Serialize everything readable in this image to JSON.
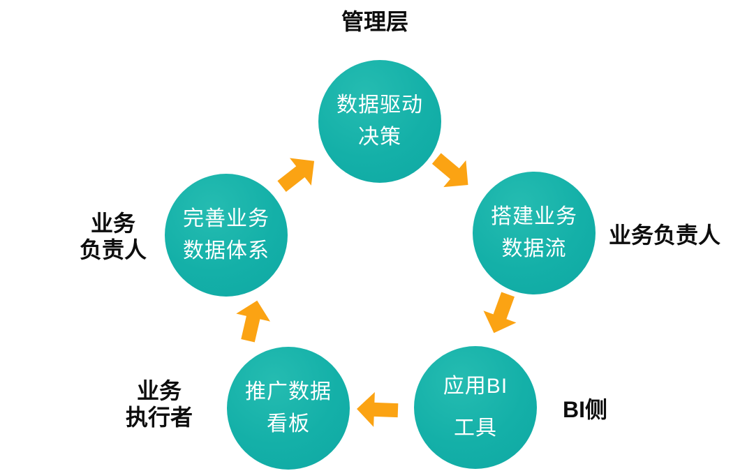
{
  "diagram": {
    "type": "cycle-flow",
    "description": "Five-step data-driven business cycle diagram with teal circle nodes, orange block arrows flowing clockwise, and black role labels outside each node.",
    "direction": "clockwise"
  },
  "nodes": [
    {
      "id": "data-driven-decision",
      "line1": "数据驱动",
      "line2": "决策",
      "role_label": "管理层"
    },
    {
      "id": "build-business-dataflow",
      "line1": "搭建业务",
      "line2": "数据流",
      "role_label": "业务负责人"
    },
    {
      "id": "apply-bi-tools",
      "line1": "应用BI",
      "line2": "工具",
      "role_label": "BI侧"
    },
    {
      "id": "promote-data-dashboard",
      "line1": "推广数据",
      "line2": "看板",
      "role_label": "业务 执行者"
    },
    {
      "id": "improve-data-system",
      "line1": "完善业务",
      "line2": "数据体系",
      "role_label": "业务 负责人"
    }
  ],
  "labels": {
    "management": {
      "line1": "管理层"
    },
    "owner_right": {
      "line1": "业务负责人"
    },
    "bi_side": {
      "line1": "BI侧"
    },
    "executor": {
      "line1": "业务",
      "line2": "执行者"
    },
    "owner_left": {
      "line1": "业务",
      "line2": "负责人"
    }
  },
  "arrows": [
    {
      "from": "improve-data-system",
      "to": "data-driven-decision",
      "direction": "up-right"
    },
    {
      "from": "data-driven-decision",
      "to": "build-business-dataflow",
      "direction": "down-right"
    },
    {
      "from": "build-business-dataflow",
      "to": "apply-bi-tools",
      "direction": "down"
    },
    {
      "from": "apply-bi-tools",
      "to": "promote-data-dashboard",
      "direction": "left"
    },
    {
      "from": "promote-data-dashboard",
      "to": "improve-data-system",
      "direction": "up"
    }
  ],
  "colors": {
    "node_fill": "#14b0a8",
    "node_fill_light": "#25bcb1",
    "node_text": "#ffffff",
    "arrow": "#fba313",
    "label_text": "#0d0d0d",
    "background": "#ffffff"
  }
}
